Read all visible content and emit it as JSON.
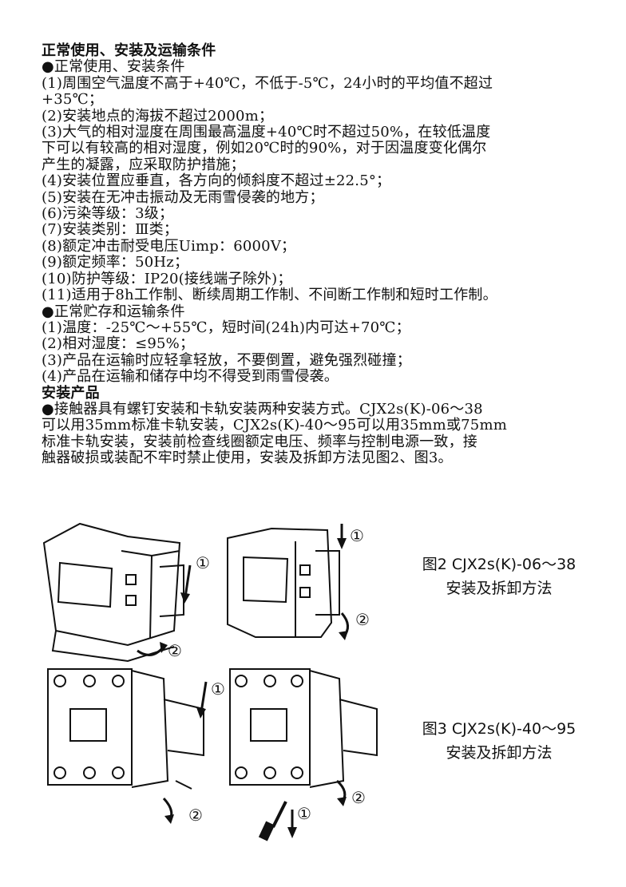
{
  "sections": {
    "usage_title": "正常使用、安装及运输条件",
    "usage_sub": "●正常使用、安装条件",
    "usage_items": [
      "(1)周围空气温度不高于+40℃，不低于-5℃，24小时的平均值不超过",
      "+35℃；",
      "(2)安装地点的海拔不超过2000m；",
      "(3)大气的相对湿度在周围最高温度+40℃时不超过50%，在较低温度",
      "下可以有较高的相对湿度，例如20℃时的90%，对于因温度变化偶尔",
      "产生的凝露，应采取防护措施；",
      "(4)安装位置应垂直，各方向的倾斜度不超过±22.5°；",
      "(5)安装在无冲击振动及无雨雪侵袭的地方；",
      "(6)污染等级：3级；",
      "(7)安装类别：Ⅲ类；",
      "(8)额定冲击耐受电压Uimp：6000V；",
      "(9)额定频率：50Hz；",
      "(10)防护等级：IP20(接线端子除外)；",
      "(11)适用于8h工作制、断续周期工作制、不间断工作制和短时工作制。"
    ],
    "storage_sub": "●正常贮存和运输条件",
    "storage_items": [
      "(1)温度：-25℃～+55℃，短时间(24h)内可达+70℃；",
      "(2)相对湿度：≤95%；",
      "(3)产品在运输时应轻拿轻放，不要倒置，避免强烈碰撞；",
      "(4)产品在运输和储存中均不得受到雨雪侵袭。"
    ],
    "install_title": "安装产品",
    "install_para": [
      "●接触器具有螺钉安装和卡轨安装两种安装方式。CJX2s(K)-06～38",
      "可以用35mm标准卡轨安装，CJX2s(K)-40～95可以用35mm或75mm",
      "标准卡轨安装，安装前检查线圈额定电压、频率与控制电源一致，接",
      "触器破损或装配不牢时禁止使用，安装及拆卸方法见图2、图3。"
    ]
  },
  "figures": {
    "fig2_label": "图2 CJX2s(K)-06～38",
    "fig2_sub": "安装及拆卸方法",
    "fig3_label": "图3 CJX2s(K)-40～95",
    "fig3_sub": "安装及拆卸方法",
    "step1": "①",
    "step2": "②"
  }
}
